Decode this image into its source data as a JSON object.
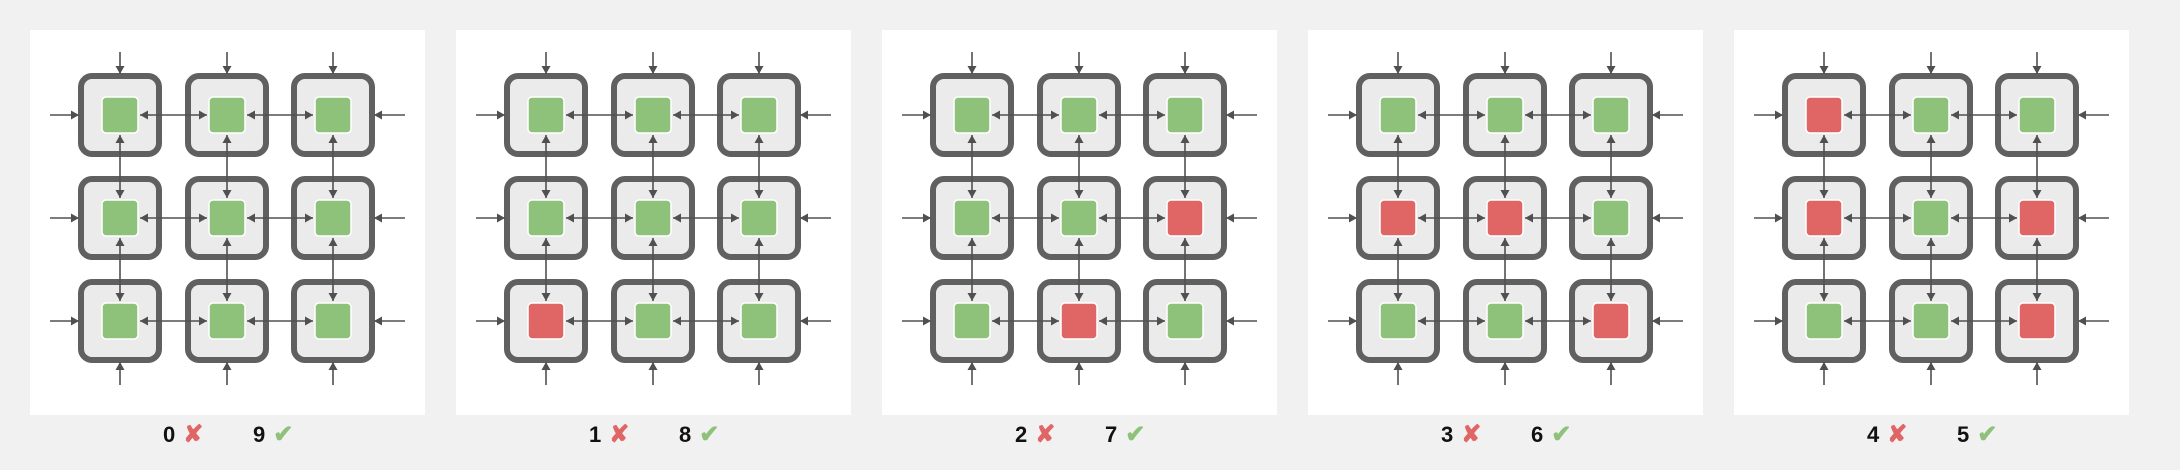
{
  "colors": {
    "ok": "#8ec27a",
    "fail": "#e06666",
    "frame": "#606060",
    "cell_bg": "#ebebeb",
    "arrow": "#505050"
  },
  "icons": {
    "fail": "cross-icon",
    "ok": "check-icon"
  },
  "panels": [
    {
      "failed": "0",
      "ok": "9",
      "grid": [
        [
          0,
          0,
          0
        ],
        [
          0,
          0,
          0
        ],
        [
          0,
          0,
          0
        ]
      ]
    },
    {
      "failed": "1",
      "ok": "8",
      "grid": [
        [
          0,
          0,
          0
        ],
        [
          0,
          0,
          0
        ],
        [
          1,
          0,
          0
        ]
      ]
    },
    {
      "failed": "2",
      "ok": "7",
      "grid": [
        [
          0,
          0,
          0
        ],
        [
          0,
          0,
          1
        ],
        [
          0,
          1,
          0
        ]
      ]
    },
    {
      "failed": "3",
      "ok": "6",
      "grid": [
        [
          0,
          0,
          0
        ],
        [
          1,
          1,
          0
        ],
        [
          0,
          0,
          1
        ]
      ]
    },
    {
      "failed": "4",
      "ok": "5",
      "grid": [
        [
          1,
          0,
          0
        ],
        [
          1,
          0,
          1
        ],
        [
          0,
          0,
          1
        ]
      ]
    }
  ]
}
